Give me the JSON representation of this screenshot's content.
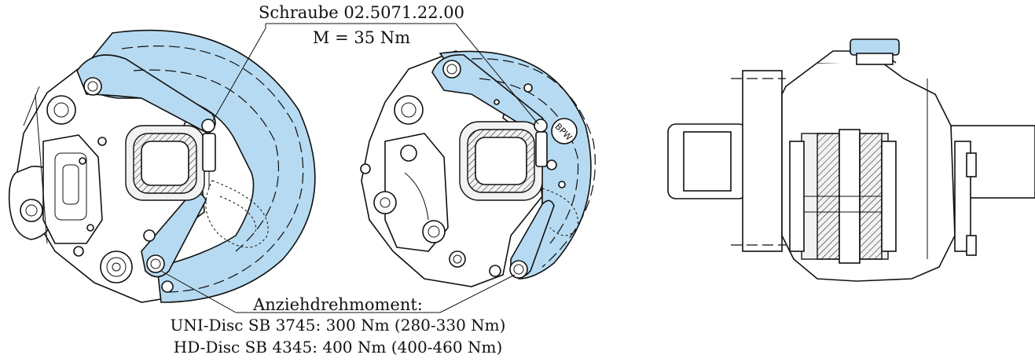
{
  "labels": {
    "screw_title": "Schraube 02.5071.22.00",
    "screw_torque": "M = 35 Nm",
    "tightening_title": "Anziehdrehmoment:",
    "uni_disc": "UNI-Disc SB 3745: 300 Nm (280-330 Nm)",
    "hd_disc": "HD-Disc SB 4345: 400 Nm (400-460 Nm)"
  },
  "colors": {
    "shield_fill": "#b6daf1",
    "outline": "#111111"
  }
}
